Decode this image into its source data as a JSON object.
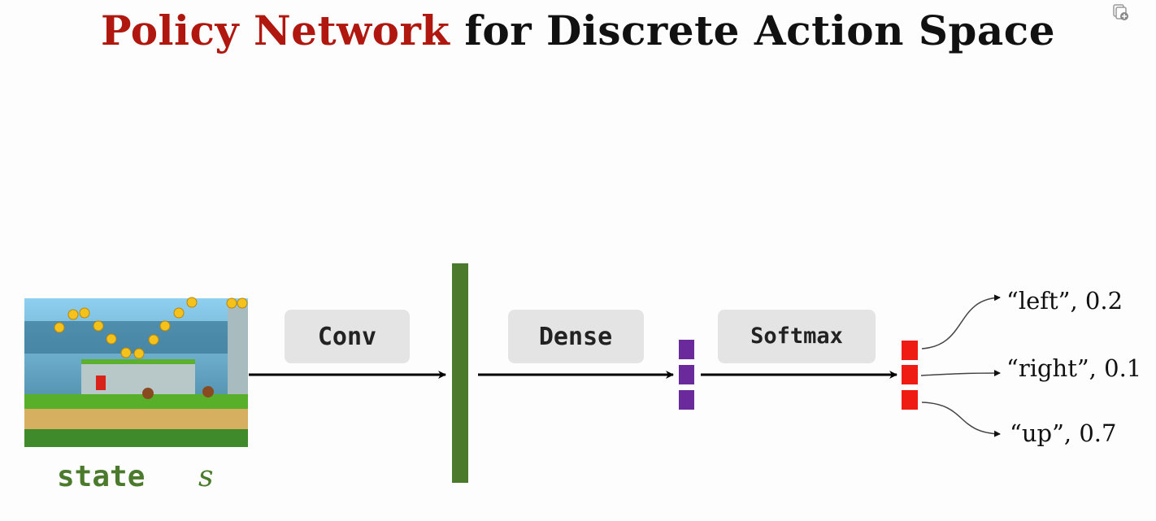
{
  "title": {
    "highlight": "Policy Network",
    "rest": " for Discrete Action Space"
  },
  "input": {
    "label": "state",
    "variable": "s",
    "image": "super-mario-game-screenshot"
  },
  "layers": [
    {
      "label": "Conv"
    },
    {
      "label": "Dense"
    },
    {
      "label": "Softmax"
    }
  ],
  "outputs": [
    {
      "text": "“left”, 0.2"
    },
    {
      "text": "“right”, 0.1"
    },
    {
      "text": "“up”, 0.7"
    }
  ],
  "colors": {
    "title_highlight": "#b0170f",
    "conv_bar": "#4b7a2c",
    "dense": "#6b2a9c",
    "softmax": "#ee1c12",
    "box": "#e4e4e4"
  },
  "icons": {
    "corner": "copy-add-icon"
  }
}
